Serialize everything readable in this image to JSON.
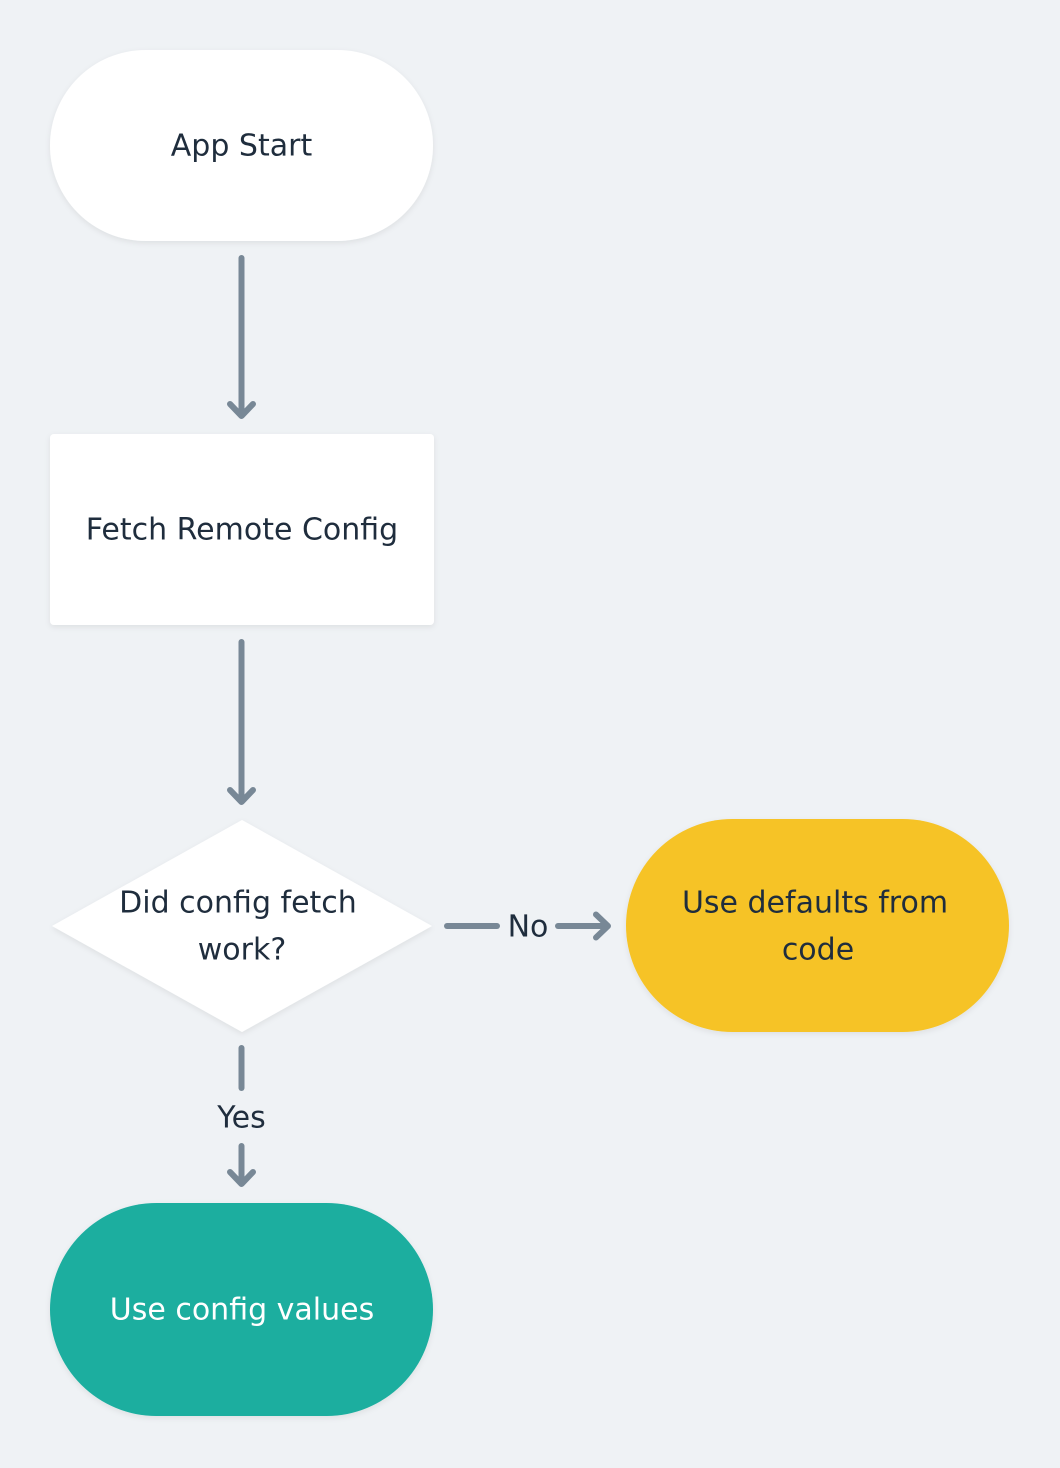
{
  "colors": {
    "background": "#eff2f5",
    "node_default": "#ffffff",
    "node_warning": "#f6c326",
    "node_success": "#1aae9f",
    "connector": "#788896",
    "text_dark": "#1f2d3d",
    "text_light": "#ffffff"
  },
  "nodes": {
    "start": {
      "label": "App Start",
      "shape": "terminal"
    },
    "fetch": {
      "label": "Fetch Remote Config",
      "shape": "process"
    },
    "decision": {
      "line1": "Did config fetch",
      "line2": "work?",
      "shape": "decision"
    },
    "defaults": {
      "line1": "Use defaults from",
      "line2": "code",
      "shape": "terminal"
    },
    "use_config": {
      "label": "Use config values",
      "shape": "terminal"
    }
  },
  "edges": {
    "start_to_fetch": {
      "label": ""
    },
    "fetch_to_decision": {
      "label": ""
    },
    "decision_no": {
      "label": "No"
    },
    "decision_yes": {
      "label": "Yes"
    }
  }
}
